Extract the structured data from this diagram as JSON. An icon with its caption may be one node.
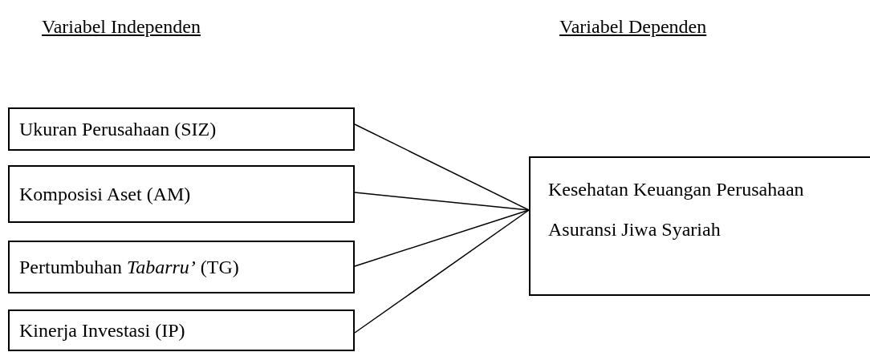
{
  "diagram": {
    "nodes": [
      {
        "text": [
          "Ukuran Perusahaan (SIZ)"
        ]
      },
      {
        "text": [
          "Komposisi Aset (AM)"
        ]
      },
      {
        "text": [
          "Pertumbuhan *Tabarru’* (TG)"
        ]
      },
      {
        "text": [
          "Kinerja Investasi (IP)"
        ]
      },
      {
        "text": [
          "Kesehatan Keuangan Perusahaan Asuransi Jiwa Syariah"
        ]
      }
    ],
    "edges": [
      {
        "from": 0,
        "to": 4,
        "arrow": "none"
      },
      {
        "from": 1,
        "to": 4,
        "arrow": "none"
      },
      {
        "from": 2,
        "to": 4,
        "arrow": "none"
      },
      {
        "from": 3,
        "to": 4,
        "arrow": "none"
      }
    ],
    "labels": [
      "Variabel Independen",
      "Variabel Dependen"
    ]
  }
}
